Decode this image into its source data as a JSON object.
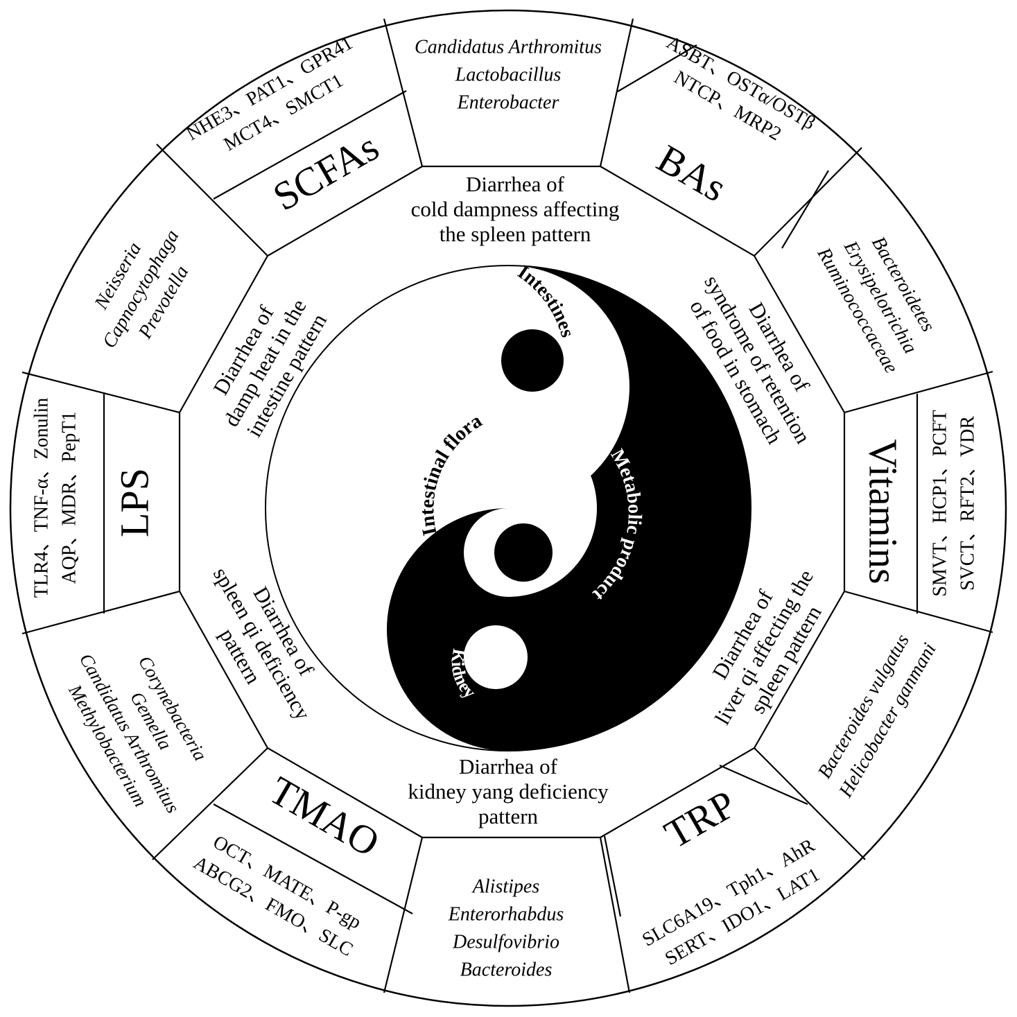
{
  "patterns": [
    {
      "lines": [
        "Diarrhea of",
        "cold dampness affecting",
        "the spleen pattern"
      ]
    },
    {
      "lines": [
        "Diarrhea of",
        "syndrome of retention",
        "of food in stomach"
      ]
    },
    {
      "lines": [
        "Diarrhea of",
        "liver qi affecting the",
        "spleen pattern"
      ]
    },
    {
      "lines": [
        "Diarrhea of",
        "kidney yang deficiency",
        "pattern"
      ]
    },
    {
      "lines": [
        "Diarrhea of",
        "spleen qi deficiency",
        "pattern"
      ]
    },
    {
      "lines": [
        "Diarrhea of",
        "damp heat in the",
        "intestine pattern"
      ]
    }
  ],
  "bacteria_groups": [
    {
      "lines": [
        "Candidatus Arthromitus",
        "Lactobacillus",
        "Enterobacter"
      ]
    },
    {
      "lines": [
        "Bacteroidetes",
        "Erysipelotrichia",
        "Ruminococcaceae"
      ]
    },
    {
      "lines": [
        "Bacteroides vulgatus",
        "Helicobacter ganmani"
      ]
    },
    {
      "lines": [
        "Alistipes",
        "Enterorhabdus",
        "Desulfovibrio",
        "Bacteroides"
      ]
    },
    {
      "lines": [
        "Corynebacteria",
        "Gemella",
        "Candidatus Arthromitus",
        "Methylobacterium"
      ]
    },
    {
      "lines": [
        "Neisseria",
        "Capnocytophaga",
        "Prevotella"
      ]
    }
  ],
  "metabolites": [
    {
      "name": "BAs",
      "transporters": [
        "ASBT、OSTα/OSTβ",
        "NTCP、MRP2"
      ]
    },
    {
      "name": "Vitamins",
      "transporters": [
        "SMVT、HCP1、PCFT",
        "SVCT、RFT2、VDR"
      ]
    },
    {
      "name": "TRP",
      "transporters": [
        "SLC6A19、Tph1、AhR",
        "SERT、IDO1、LAT1"
      ]
    },
    {
      "name": "TMAO",
      "transporters": [
        "OCT、MATE、P-gp",
        "ABCG2、FMO、SLC"
      ]
    },
    {
      "name": "LPS",
      "transporters": [
        "TLR4、TNF-α、Zonulin",
        "AQP、MDR、PepT1"
      ]
    },
    {
      "name": "SCFAs",
      "transporters": [
        "NHE3、PAT1、GPR41",
        "MCT4、SMCT1"
      ]
    }
  ],
  "center_labels": {
    "intestines": "Intestines",
    "intestinal_flora": "Intestinal flora",
    "metabolic_product": "Metabolic product",
    "kidney": "Kidney"
  }
}
